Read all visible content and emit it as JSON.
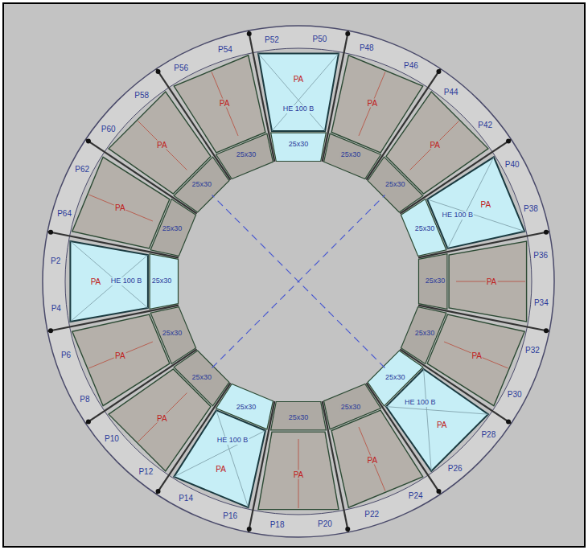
{
  "diagram": {
    "labels": [
      "P2",
      "P4",
      "P6",
      "P8",
      "P10",
      "P12",
      "P14",
      "P16",
      "P18",
      "P20",
      "P22",
      "P24",
      "P26",
      "P28",
      "P30",
      "P32",
      "P34",
      "P36",
      "P38",
      "P40",
      "P42",
      "P44",
      "P46",
      "P48",
      "P50",
      "P52",
      "P54",
      "P56",
      "P58",
      "P60",
      "P62",
      "P64",
      "PA",
      "PA",
      "PA",
      "PA",
      "PA",
      "PA",
      "PA",
      "PA",
      "PA",
      "PA",
      "PA",
      "PA",
      "PA",
      "PA",
      "PA",
      "PA",
      "25x30",
      "25x30",
      "25x30",
      "25x30",
      "25x30",
      "25x30",
      "25x30",
      "25x30",
      "25x30",
      "25x30",
      "25x30",
      "25x30",
      "25x30",
      "25x30",
      "25x30",
      "25x30",
      "HE 100 B",
      "HE 100 B",
      "HE 100 B",
      "HE 100 B",
      "HE 100 B"
    ]
  }
}
